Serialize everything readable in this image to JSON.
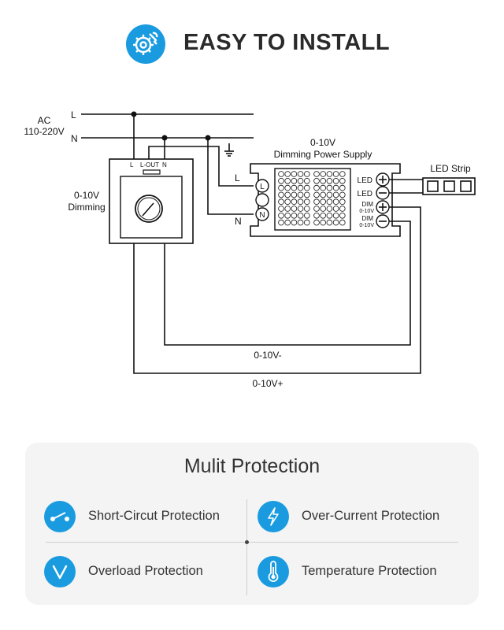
{
  "header": {
    "title": "EASY TO INSTALL",
    "icon": "gear-wrench-icon",
    "accent": "#1a9be0"
  },
  "diagram": {
    "ac_label": "AC",
    "voltage_label": "110-220V",
    "line_l": "L",
    "line_n": "N",
    "dimmer": {
      "label_line1": "0-10V",
      "label_line2": "Dimming",
      "term_l": "L",
      "term_lout": "L-OUT",
      "term_n": "N"
    },
    "psu": {
      "title_line1": "0-10V",
      "title_line2": "Dimming Power Supply",
      "in_l": "L",
      "in_n": "N",
      "term_l": "L",
      "term_n": "N",
      "led_plus": "LED",
      "led_minus": "LED",
      "dim_plus_a": "DIM",
      "dim_plus_b": "0-10V",
      "dim_minus_a": "DIM",
      "dim_minus_b": "0-10V"
    },
    "led_strip": "LED Strip",
    "wire_minus": "0-10V-",
    "wire_plus": "0-10V+"
  },
  "protection": {
    "title": "Mulit Protection",
    "items": [
      {
        "label": "Short-Circut Protection",
        "icon": "switch-icon"
      },
      {
        "label": "Over-Current Protection",
        "icon": "lightning-icon"
      },
      {
        "label": "Overload Protection",
        "icon": "check-v-icon"
      },
      {
        "label": "Temperature Protection",
        "icon": "thermometer-icon"
      }
    ]
  }
}
